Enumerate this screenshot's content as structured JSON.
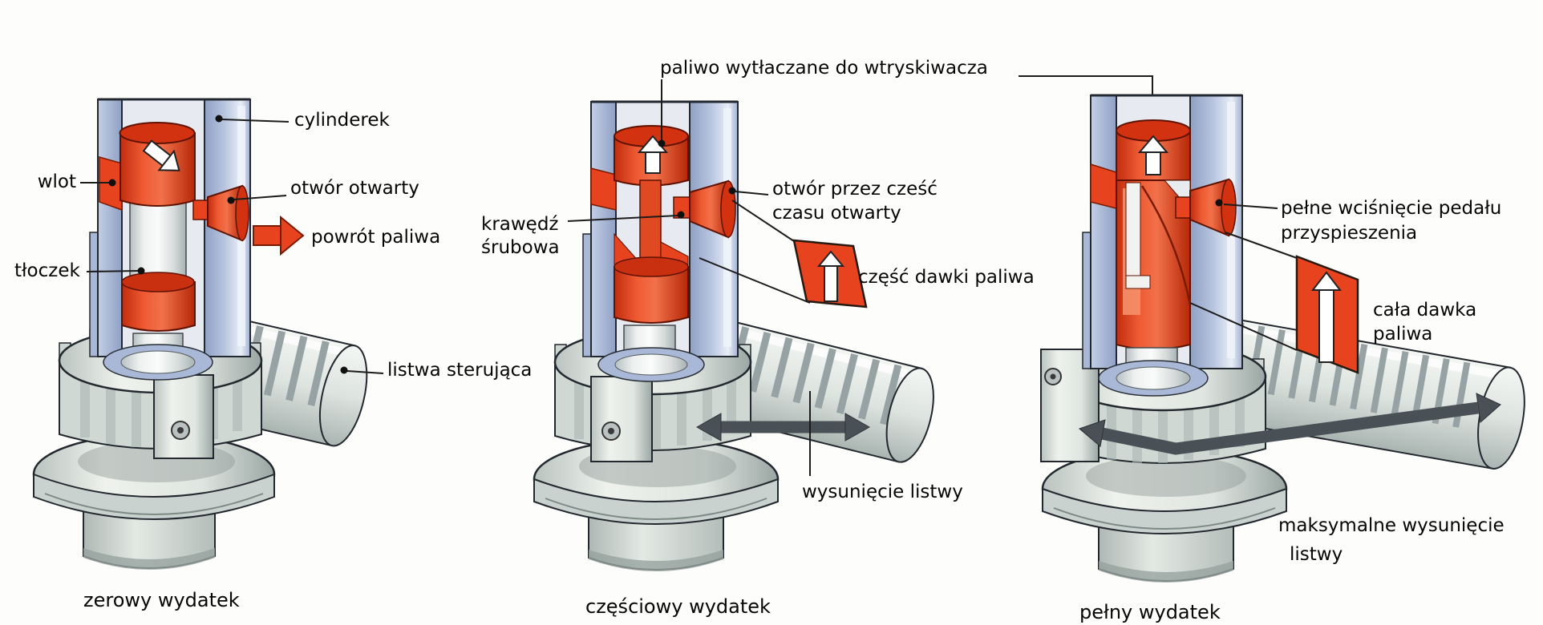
{
  "diagram": {
    "title_visible": false,
    "background": "#fdfdfc",
    "colors": {
      "plunger_red": "#e8431f",
      "red_dark_edge": "#5f1200",
      "cylinder_blue": "#a9b8d6",
      "metal_light": "#eceeea",
      "metal_mid": "#cfd6d2",
      "travel_arrow_dark": "#4a5156",
      "text": "#060606",
      "leader_line": "#1c1c1c"
    },
    "icons": {
      "fuel_in_arrow": "white arrow pointing down-right (fuel entering plunger)",
      "fuel_delivery_arrow": "white arrow pointing up (fuel pushed to injector)",
      "fuel_return_arrow": "red arrow pointing right (fuel return)",
      "dose_gauge_arrow": "white arrow pointing up inside red dose block",
      "rack_travel_arrow": "dark double-headed arrow (rack travel)"
    },
    "panels": [
      {
        "id": "zero-delivery",
        "caption": "zerowy wydatek",
        "labels": {
          "cylinder": "cylinderek",
          "inlet": "wlot",
          "open_port": "otwór otwarty",
          "fuel_return": "powrót paliwa",
          "plunger": "tłoczek",
          "control_rack": "listwa sterująca"
        }
      },
      {
        "id": "partial-delivery",
        "caption": "częściowy wydatek",
        "labels": {
          "fuel_to_injector": "paliwo wytłaczane do wtryskiwacza",
          "helical_edge_line1": "krawędź",
          "helical_edge_line2": "śrubowa",
          "port_partly_open_line1": "otwór przez cześć",
          "port_partly_open_line2": "czasu otwarty",
          "partial_fuel_dose": "część dawki paliwa",
          "rack_travel": "wysunięcie listwy"
        }
      },
      {
        "id": "full-delivery",
        "caption": "pełny wydatek",
        "labels": {
          "full_pedal_press_line1": "pełne wciśnięcie pedału",
          "full_pedal_press_line2": "przyspieszenia",
          "full_fuel_dose_line1": "cała dawka",
          "full_fuel_dose_line2": "paliwa",
          "max_rack_travel_line1": "maksymalne wysunięcie",
          "max_rack_travel_line2": "listwy"
        }
      }
    ]
  }
}
